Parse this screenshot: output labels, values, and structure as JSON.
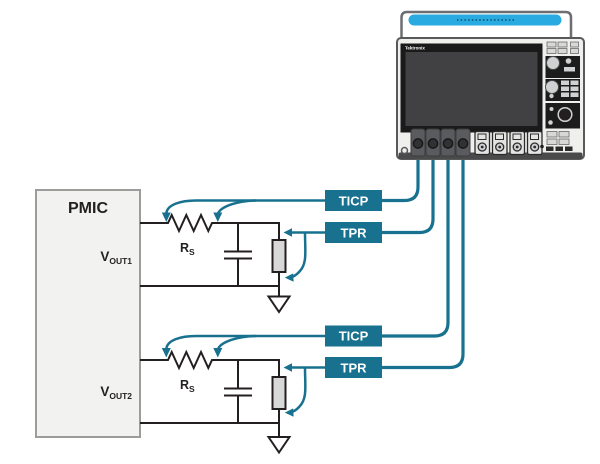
{
  "scope": {
    "brand": "Tektronix"
  },
  "pmic": {
    "title": "PMIC",
    "outputs": [
      {
        "main": "V",
        "sub": "OUT1"
      },
      {
        "main": "V",
        "sub": "OUT2"
      }
    ]
  },
  "circuits": [
    {
      "resistor": {
        "main": "R",
        "sub": "S"
      },
      "current_probe": "TICP",
      "voltage_probe": "TPR"
    },
    {
      "resistor": {
        "main": "R",
        "sub": "S"
      },
      "current_probe": "TICP",
      "voltage_probe": "TPR"
    }
  ],
  "colors": {
    "probe_teal": "#17718F",
    "handle_blue": "#29ABE2",
    "circuit_black": "#231F20",
    "pmic_fill": "#F2F2F1",
    "scope_body": "#EFEFEE",
    "screen_black": "#1A1A1A"
  }
}
